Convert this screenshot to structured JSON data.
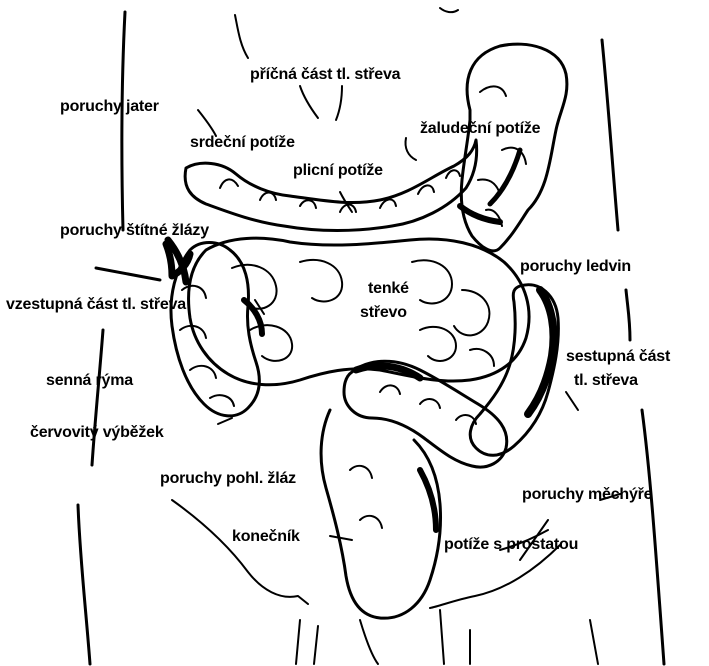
{
  "labels": {
    "transverse_colon": "příčná část tl. střeva",
    "liver": "poruchy jater",
    "heart": "srdeční potíže",
    "stomach": "žaludeční potíže",
    "lung": "plicní potíže",
    "thyroid": "poruchy štítné žlázy",
    "kidneys": "poruchy ledvin",
    "ascending_colon": "vzestupná část tl. střeva",
    "small_intestine_1": "tenké",
    "small_intestine_2": "střevo",
    "descending_colon_1": "sestupná část",
    "descending_colon_2": "tl. střeva",
    "hay_fever": "senná rýma",
    "appendix": "červovitý výběžek",
    "gonads": "poruchy pohl. žláz",
    "bladder": "poruchy měchýře",
    "rectum": "konečník",
    "prostate": "potíže s prostatou"
  },
  "colors": {
    "ink": "#000000",
    "background": "#ffffff"
  }
}
